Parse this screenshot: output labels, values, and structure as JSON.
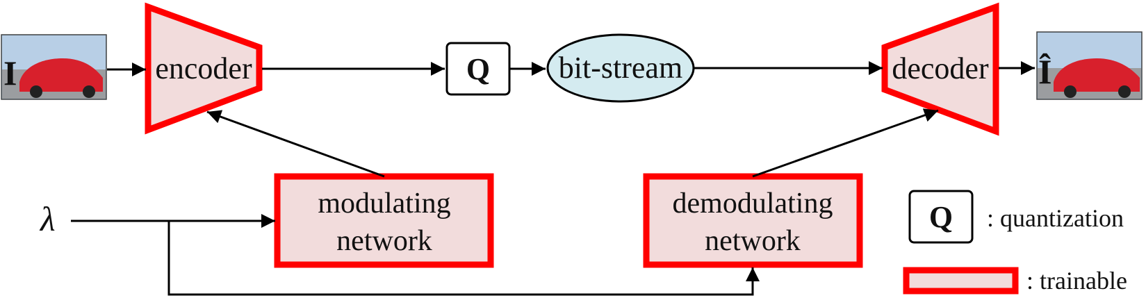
{
  "colors": {
    "trainable_fill": "#f2dcdc",
    "trainable_stroke": "#ff0000",
    "bitstream_fill": "#d4ebf0",
    "line": "#000000",
    "car_red": "#d8202c",
    "sky": "#8fb2d6"
  },
  "nodes": {
    "input_label": "I",
    "output_label": "Î",
    "encoder": "encoder",
    "quantizer": "Q",
    "bitstream": "bit-stream",
    "decoder": "decoder",
    "lambda": "λ",
    "modulating": {
      "line1": "modulating",
      "line2": "network"
    },
    "demodulating": {
      "line1": "demodulating",
      "line2": "network"
    }
  },
  "legend": {
    "q_symbol": "Q",
    "q_text": ": quantization",
    "trainable_text": ": trainable"
  }
}
